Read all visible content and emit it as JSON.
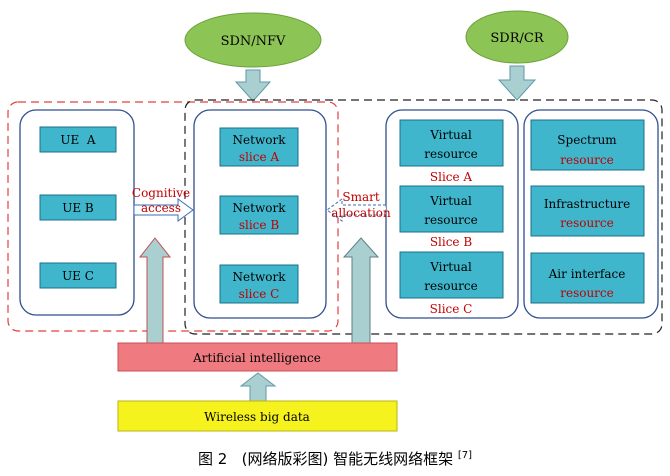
{
  "colors": {
    "green": "#8dc456",
    "teal_box": "#3fb6cc",
    "teal_border": "#1e6f8a",
    "red_text": "#c00000",
    "pink_bar": "#ef7b80",
    "yellow_bar": "#f6f21e",
    "arrow_fill": "#a9cfd1",
    "arrow_border": "#5f9aa6"
  },
  "top": {
    "sdn_nfv": "SDN/NFV",
    "sdr_cr": "SDR/CR"
  },
  "ue": {
    "a": "UE  A",
    "b": "UE B",
    "c": "UE C"
  },
  "cognitive_access": {
    "line1": "Cognitive",
    "line2": "access"
  },
  "network_slices": [
    {
      "line1": "Network",
      "line2": "slice A"
    },
    {
      "line1": "Network",
      "line2": "slice B"
    },
    {
      "line1": "Network",
      "line2": "slice C"
    }
  ],
  "smart_allocation": {
    "line1": "Smart",
    "line2": "allocation"
  },
  "virtual_resources": [
    {
      "line1": "Virtual",
      "line2": "resource",
      "slice": "Slice A"
    },
    {
      "line1": "Virtual",
      "line2": "resource",
      "slice": "Slice B"
    },
    {
      "line1": "Virtual",
      "line2": "resource",
      "slice": "Slice C"
    }
  ],
  "resources": [
    {
      "line1": "Spectrum",
      "line2": "resource"
    },
    {
      "line1": "Infrastructure",
      "line2": "resource"
    },
    {
      "line1": "Air interface",
      "line2": "resource"
    }
  ],
  "bars": {
    "ai": "Artificial intelligence",
    "big_data": "Wireless big data"
  },
  "caption": {
    "figure": "图 2",
    "text": "(网络版彩图) 智能无线网络框架",
    "ref": "[7]"
  }
}
